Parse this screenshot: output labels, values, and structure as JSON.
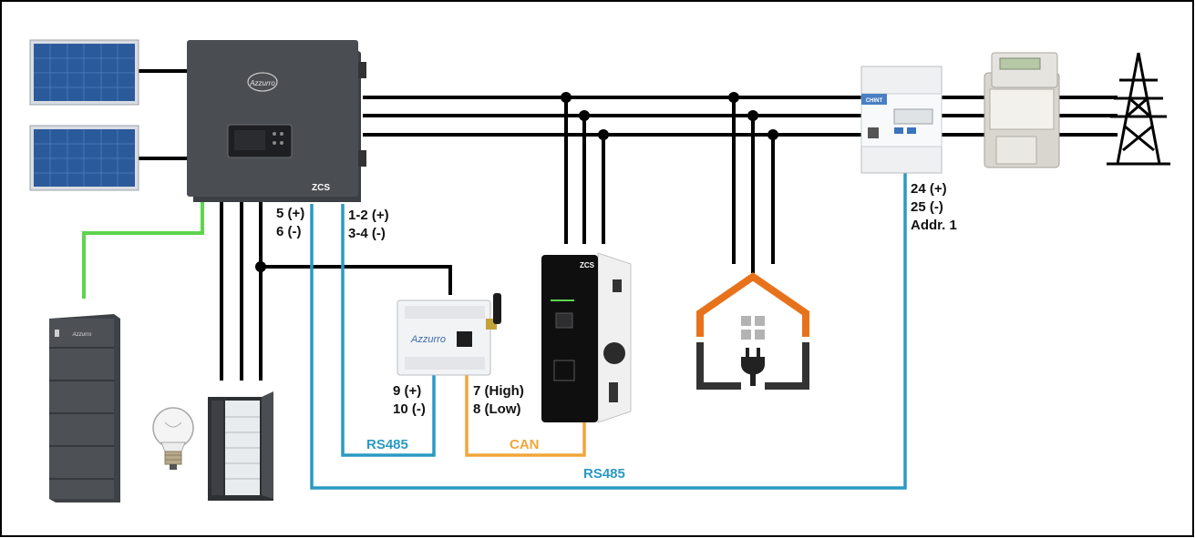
{
  "colors": {
    "power_line": "#000000",
    "rs485": "#2a9ac3",
    "can": "#f0a63a",
    "battery_link": "#5ed44f",
    "home_outline": "#e8721c",
    "inverter_body": "#4a4d52"
  },
  "devices": {
    "inverter_brand": "Azzurro",
    "inverter_badge": "ZCS",
    "datalogger_brand": "Azzurro",
    "charger_badge": "ZCS",
    "battery_brand": "Azzurro",
    "meter_brand": "CHINT"
  },
  "terminals": {
    "inverter_rs485_meter": [
      "5 (+)",
      "6 (-)"
    ],
    "inverter_rs485_logger": [
      "1-2 (+)",
      "3-4 (-)"
    ],
    "meter": [
      "24 (+)",
      "25 (-)",
      "Addr. 1"
    ],
    "logger": [
      "9 (+)",
      "10 (-)"
    ],
    "charger_can": [
      "7 (High)",
      "8 (Low)"
    ]
  },
  "buses": {
    "rs485_short": "RS485",
    "can": "CAN",
    "rs485_long": "RS485"
  },
  "icons": [
    "solar-panel-icon",
    "inverter-icon",
    "battery-icon",
    "light-bulb-icon",
    "fridge-icon",
    "datalogger-icon",
    "ev-charger-icon",
    "home-icon",
    "energy-meter-icon",
    "utility-meter-icon",
    "power-pylon-icon"
  ]
}
